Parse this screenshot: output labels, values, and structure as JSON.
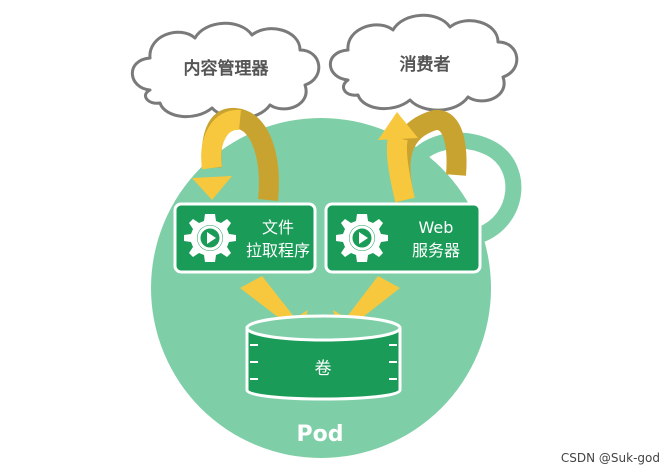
{
  "clouds": {
    "content_manager": "内容管理器",
    "consumer": "消费者"
  },
  "containers": {
    "file_puller_line1": "文件",
    "file_puller_line2": "拉取程序",
    "web_server_line1": "Web",
    "web_server_line2": "服务器"
  },
  "volume": {
    "label": "卷"
  },
  "pod": {
    "label": "Pod"
  },
  "watermark": "CSDN @Suk-god",
  "colors": {
    "pod_fill": "#7ecfa7",
    "container_green": "#1a9c58",
    "cloud_stroke": "#7a7a7a",
    "arrow_yellow": "#f7c83d",
    "arrow_dark": "#c9a32f"
  }
}
